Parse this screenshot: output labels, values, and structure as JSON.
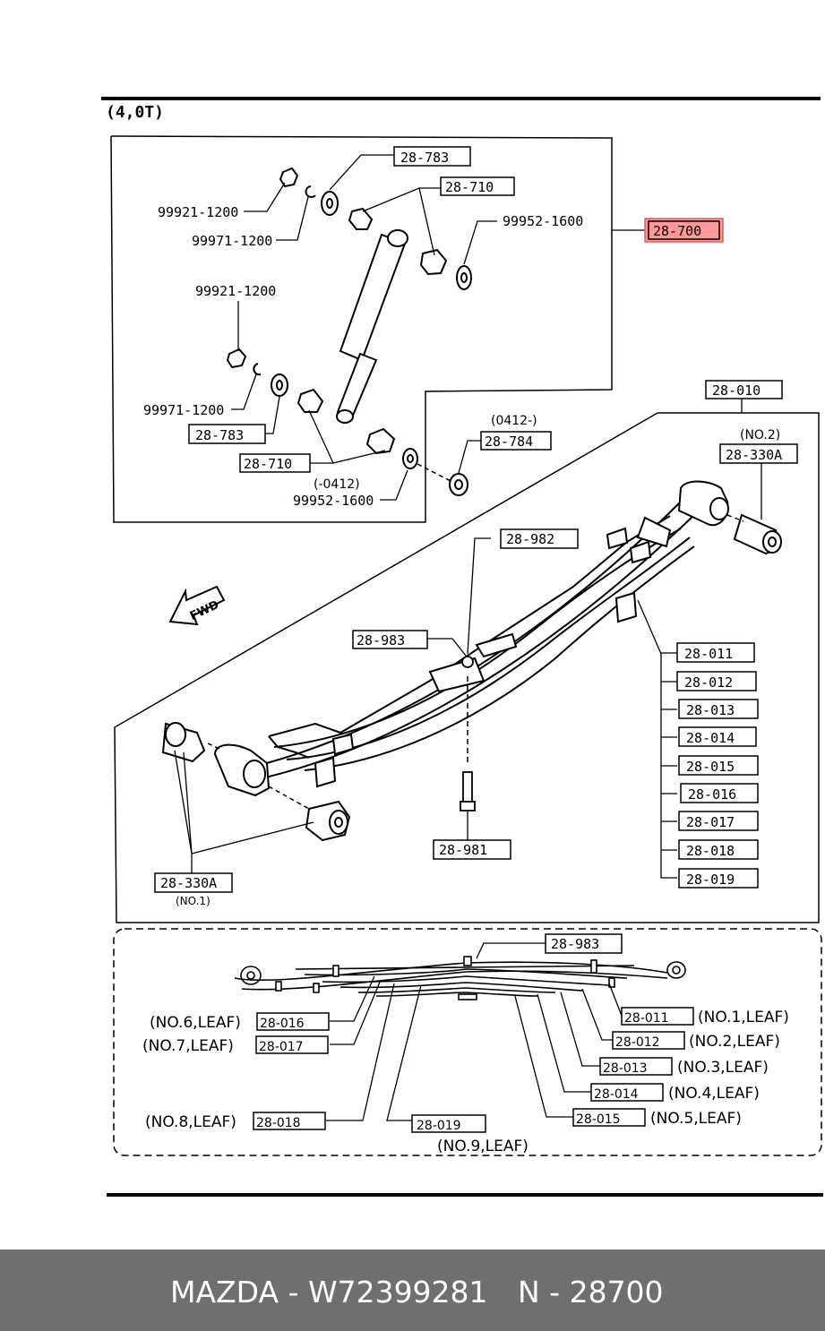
{
  "header": {
    "variant": "(4,0T)"
  },
  "shock": {
    "assembly": "28-700",
    "highlight_color": "#ff9999",
    "labels": {
      "p783_top": "28-783",
      "p710_top": "28-710",
      "p99952_top": "99952-1600",
      "p99921_a": "99921-1200",
      "p99971_a": "99971-1200",
      "p99921_b": "99921-1200",
      "p99971_b": "99971-1200",
      "p783_bot": "28-783",
      "p710_bot": "28-710",
      "note_0412_before": "(-0412)",
      "p99952_bot": "99952-1600",
      "note_0412_after": "(0412-)",
      "p784": "28-784"
    }
  },
  "spring": {
    "assembly": "28-010",
    "bushing_no2_note": "(NO.2)",
    "bushing_no2": "28-330A",
    "clip": "28-982",
    "center_nut": "28-983",
    "fwd": "FWD",
    "center_bolt": "28-981",
    "bushing_no1": "28-330A",
    "bushing_no1_note": "(NO.1)",
    "leaves": [
      "28-011",
      "28-012",
      "28-013",
      "28-014",
      "28-015",
      "28-016",
      "28-017",
      "28-018",
      "28-019"
    ]
  },
  "detail": {
    "center_nut": "28-983",
    "leaves": [
      {
        "part": "28-011",
        "note": "(NO.1,LEAF)"
      },
      {
        "part": "28-012",
        "note": "(NO.2,LEAF)"
      },
      {
        "part": "28-013",
        "note": "(NO.3,LEAF)"
      },
      {
        "part": "28-014",
        "note": "(NO.4,LEAF)"
      },
      {
        "part": "28-015",
        "note": "(NO.5,LEAF)"
      },
      {
        "part": "28-016",
        "note": "(NO.6,LEAF)"
      },
      {
        "part": "28-017",
        "note": "(NO.7,LEAF)"
      },
      {
        "part": "28-018",
        "note": "(NO.8,LEAF)"
      },
      {
        "part": "28-019",
        "note": "(NO.9,LEAF)"
      }
    ]
  },
  "footer": {
    "left": "MAZDA - W72399281",
    "right": "N - 28700"
  }
}
